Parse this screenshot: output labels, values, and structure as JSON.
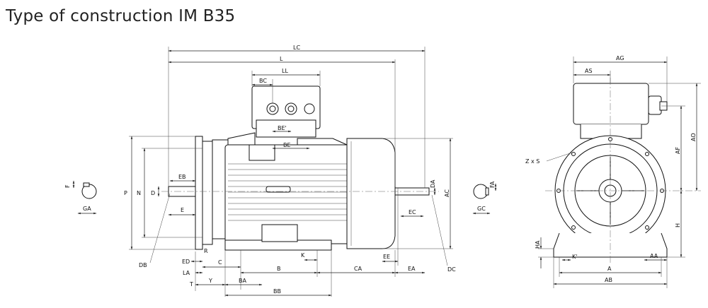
{
  "title": "Type of construction IM B35",
  "labels": {
    "LC": "LC",
    "L": "L",
    "LL": "LL",
    "BC": "BC",
    "BE_prime": "BE'",
    "BE": "BE",
    "EB": "EB",
    "P": "P",
    "N": "N",
    "D": "D",
    "E": "E",
    "DB": "DB",
    "R": "R",
    "ED": "ED",
    "LA": "LA",
    "T": "T",
    "Y": "Y",
    "C": "C",
    "BA": "BA",
    "B": "B",
    "BB": "BB",
    "K": "K",
    "CA": "CA",
    "EE": "EE",
    "EA": "EA",
    "EC": "EC",
    "DA": "DA",
    "AC": "AC",
    "DC": "DC",
    "F": "F",
    "GA": "GA",
    "FA": "FA",
    "GC": "GC",
    "AG": "AG",
    "AS": "AS",
    "AO": "AO",
    "AF": "AF",
    "ZxS": "Z x S",
    "H": "H",
    "HA": "HA",
    "K_prime": "K'",
    "AA": "AA",
    "A": "A",
    "AB": "AB"
  }
}
